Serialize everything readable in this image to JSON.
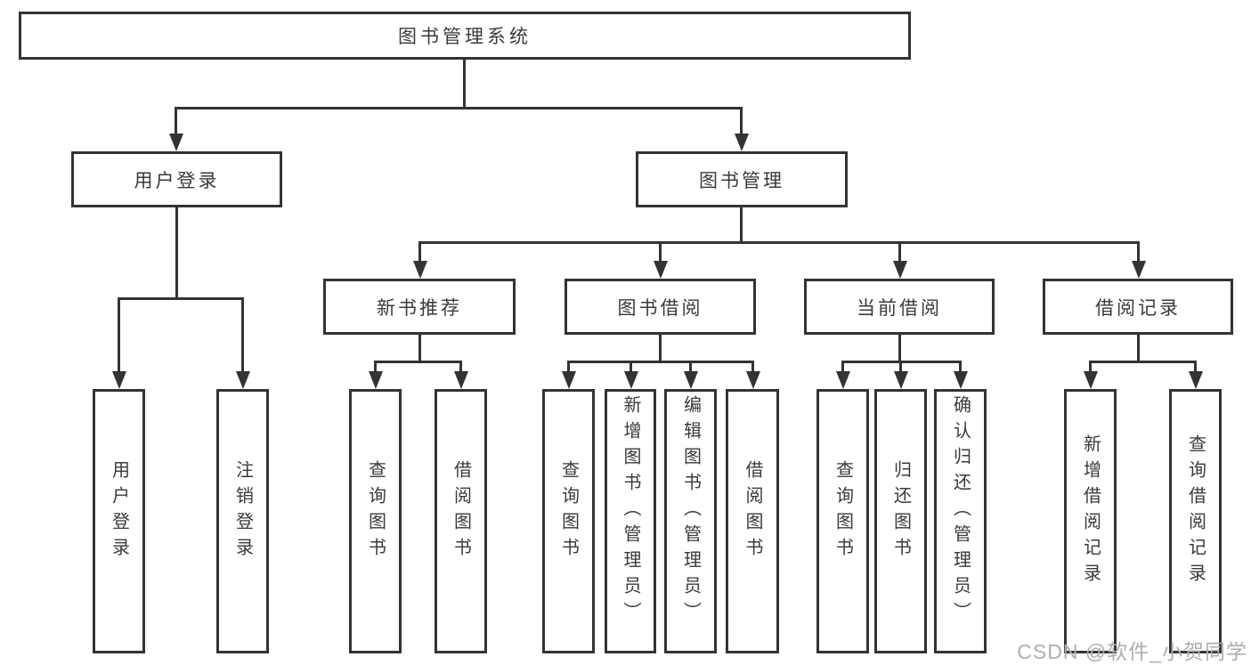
{
  "tree": {
    "root": {
      "label": "图书管理系统"
    },
    "level2": [
      {
        "label": "用户登录"
      },
      {
        "label": "图书管理"
      }
    ],
    "level3": [
      {
        "label": "新书推荐",
        "parent": "图书管理"
      },
      {
        "label": "图书借阅",
        "parent": "图书管理"
      },
      {
        "label": "当前借阅",
        "parent": "图书管理"
      },
      {
        "label": "借阅记录",
        "parent": "图书管理"
      }
    ],
    "leaves": [
      {
        "label": "用户登录",
        "parent": "用户登录"
      },
      {
        "label": "注销登录",
        "parent": "用户登录"
      },
      {
        "label": "查询图书",
        "parent": "新书推荐"
      },
      {
        "label": "借阅图书",
        "parent": "新书推荐"
      },
      {
        "label": "查询图书",
        "parent": "图书借阅"
      },
      {
        "label": "新增图书（管理员）",
        "parent": "图书借阅"
      },
      {
        "label": "编辑图书（管理员）",
        "parent": "图书借阅"
      },
      {
        "label": "借阅图书",
        "parent": "图书借阅"
      },
      {
        "label": "查询图书",
        "parent": "当前借阅"
      },
      {
        "label": "归还图书",
        "parent": "当前借阅"
      },
      {
        "label": "确认归还（管理员）",
        "parent": "当前借阅"
      },
      {
        "label": "新增借阅记录",
        "parent": "借阅记录"
      },
      {
        "label": "查询借阅记录",
        "parent": "借阅记录"
      }
    ]
  },
  "colors": {
    "line": "#333333",
    "text": "#3a3a3a",
    "watermark": "#aeaeae",
    "background": "#ffffff"
  },
  "watermark": {
    "text": "CSDN @软件_小贺同学"
  }
}
